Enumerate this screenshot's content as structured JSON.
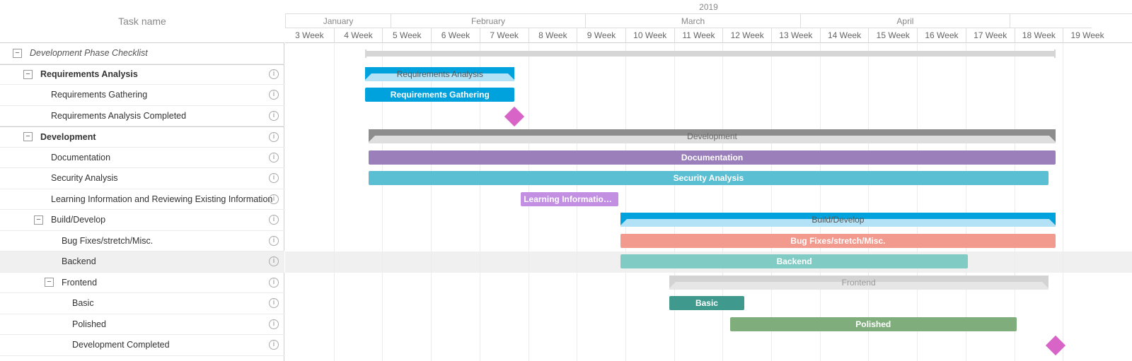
{
  "grid": {
    "header_label": "Task name"
  },
  "tasks": [
    {
      "label": "Development Phase Checklist",
      "level": 0,
      "toggle": "−",
      "style": "italic",
      "info": false
    },
    {
      "label": "Requirements Analysis",
      "level": 1,
      "toggle": "−",
      "style": "bold",
      "info": true
    },
    {
      "label": "Requirements Gathering",
      "level": 2,
      "toggle": "",
      "style": "",
      "info": true
    },
    {
      "label": "Requirements Analysis Completed",
      "level": 2,
      "toggle": "",
      "style": "",
      "info": true
    },
    {
      "label": "Development",
      "level": 1,
      "toggle": "−",
      "style": "bold",
      "info": true
    },
    {
      "label": "Documentation",
      "level": 2,
      "toggle": "",
      "style": "",
      "info": true
    },
    {
      "label": "Security Analysis",
      "level": 2,
      "toggle": "",
      "style": "",
      "info": true
    },
    {
      "label": "Learning Information and Reviewing Existing Information",
      "level": 2,
      "toggle": "",
      "style": "",
      "info": true
    },
    {
      "label": "Build/Develop",
      "level": 2,
      "toggle": "−",
      "style": "",
      "info": true
    },
    {
      "label": "Bug Fixes/stretch/Misc.",
      "level": 3,
      "toggle": "",
      "style": "",
      "info": true
    },
    {
      "label": "Backend",
      "level": 3,
      "toggle": "",
      "style": "",
      "info": true,
      "highlighted": true
    },
    {
      "label": "Frontend",
      "level": 3,
      "toggle": "−",
      "style": "",
      "info": true
    },
    {
      "label": "Basic",
      "level": 4,
      "toggle": "",
      "style": "",
      "info": true
    },
    {
      "label": "Polished",
      "level": 4,
      "toggle": "",
      "style": "",
      "info": true
    },
    {
      "label": "Development Completed",
      "level": 4,
      "toggle": "",
      "style": "",
      "info": true
    }
  ],
  "timeline": {
    "year": "2019",
    "months": [
      {
        "label": "January",
        "start_week": 2.5,
        "end_week": 5.17
      },
      {
        "label": "February",
        "start_week": 5.17,
        "end_week": 9.17
      },
      {
        "label": "March",
        "start_week": 9.17,
        "end_week": 13.6
      },
      {
        "label": "April",
        "start_week": 13.6,
        "end_week": 17.9
      },
      {
        "label": "",
        "start_week": 17.9,
        "end_week": 19.6
      }
    ],
    "first_week": 3,
    "weeks": [
      "3 Week",
      "4 Week",
      "5 Week",
      "6 Week",
      "7 Week",
      "8 Week",
      "9 Week",
      "10 Week",
      "11 Week",
      "12 Week",
      "13 Week",
      "14 Week",
      "15 Week",
      "16 Week",
      "17 Week",
      "18 Week",
      "19 Week"
    ]
  },
  "bars": [
    {
      "row": 0,
      "kind": "thin",
      "start": 4.65,
      "end": 18.85,
      "label": ""
    },
    {
      "row": 1,
      "kind": "summary",
      "start": 4.65,
      "end": 7.72,
      "label": "Requirements Analysis",
      "color": "#00a2de",
      "light": "#b3e1f5",
      "text_color": "#555555"
    },
    {
      "row": 2,
      "kind": "task",
      "start": 4.65,
      "end": 7.72,
      "label": "Requirements Gathering",
      "color": "#00a2de"
    },
    {
      "row": 3,
      "kind": "milestone",
      "start": 7.72,
      "label": ""
    },
    {
      "row": 4,
      "kind": "summary",
      "start": 4.72,
      "end": 18.85,
      "label": "Development",
      "color": "#8d8d8d",
      "light": "#dedede",
      "text_color": "#666666"
    },
    {
      "row": 5,
      "kind": "task",
      "start": 4.72,
      "end": 18.85,
      "label": "Documentation",
      "color": "#9a7fbb"
    },
    {
      "row": 6,
      "kind": "task",
      "start": 4.72,
      "end": 18.7,
      "label": "Security Analysis",
      "color": "#5bbfd3"
    },
    {
      "row": 7,
      "kind": "task",
      "start": 7.85,
      "end": 9.85,
      "label": "Learning Information a…",
      "color": "#c28fe3"
    },
    {
      "row": 8,
      "kind": "summary",
      "start": 9.9,
      "end": 18.85,
      "label": "Build/Develop",
      "color": "#00a2de",
      "light": "#b3e1f5",
      "text_color": "#555555"
    },
    {
      "row": 9,
      "kind": "task",
      "start": 9.9,
      "end": 18.85,
      "label": "Bug Fixes/stretch/Misc.",
      "color": "#f39a8e"
    },
    {
      "row": 10,
      "kind": "task",
      "start": 9.9,
      "end": 17.05,
      "label": "Backend",
      "color": "#80cbc4"
    },
    {
      "row": 11,
      "kind": "summary",
      "start": 10.9,
      "end": 18.7,
      "label": "Frontend",
      "color": "#d3d3d3",
      "light": "#e6e6e6",
      "text_color": "#999999"
    },
    {
      "row": 12,
      "kind": "task",
      "start": 10.9,
      "end": 12.45,
      "label": "Basic",
      "color": "#3f9a8d"
    },
    {
      "row": 13,
      "kind": "task",
      "start": 12.15,
      "end": 18.05,
      "label": "Polished",
      "color": "#7fae7c"
    },
    {
      "row": 14,
      "kind": "milestone",
      "start": 18.85,
      "label": ""
    }
  ]
}
